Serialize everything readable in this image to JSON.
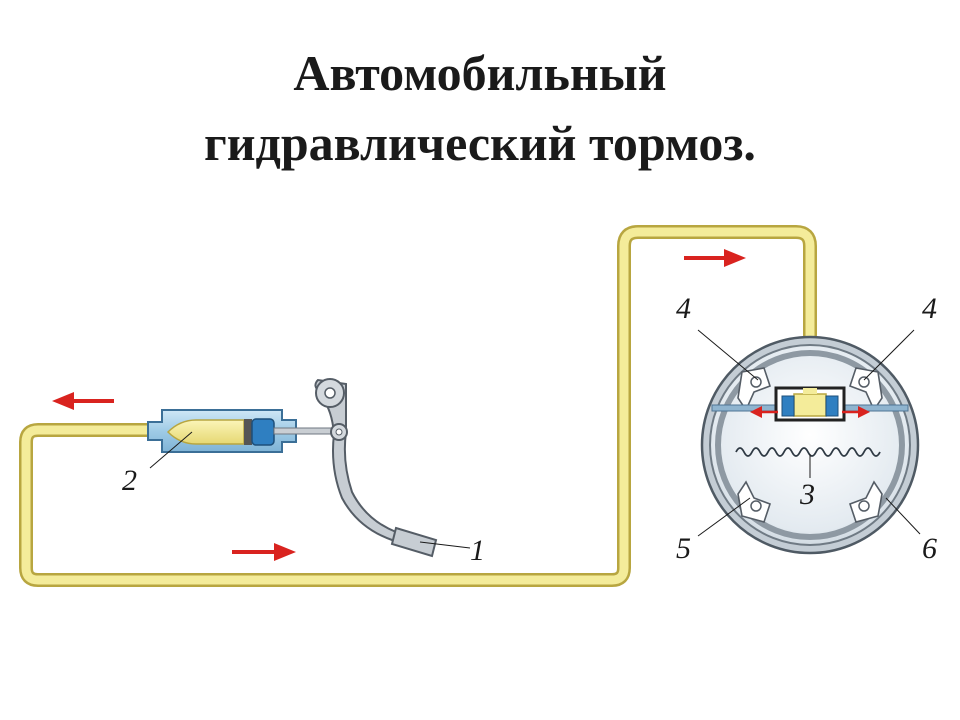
{
  "title": {
    "line1": "Автомобильный",
    "line2": "гидравлический тормоз."
  },
  "labels": {
    "pedal": "1",
    "master_cylinder": "2",
    "wheel_cylinder": "3",
    "shoe_left": "4",
    "shoe_right": "4",
    "spring": "5",
    "drum": "6"
  },
  "colors": {
    "fluid": "#f4ec9a",
    "fluid_outline": "#b8a640",
    "cylinder_body": "#a9d3ec",
    "cylinder_outline": "#3b6f97",
    "piston": "#2f7fc1",
    "arrow": "#d9231f",
    "drum_fill": "#dfe6ec",
    "metal": "#b9c3cc"
  },
  "icons": {
    "flow_arrow": "arrow-icon",
    "pedal": "brake-pedal-icon",
    "drum": "brake-drum-icon"
  }
}
